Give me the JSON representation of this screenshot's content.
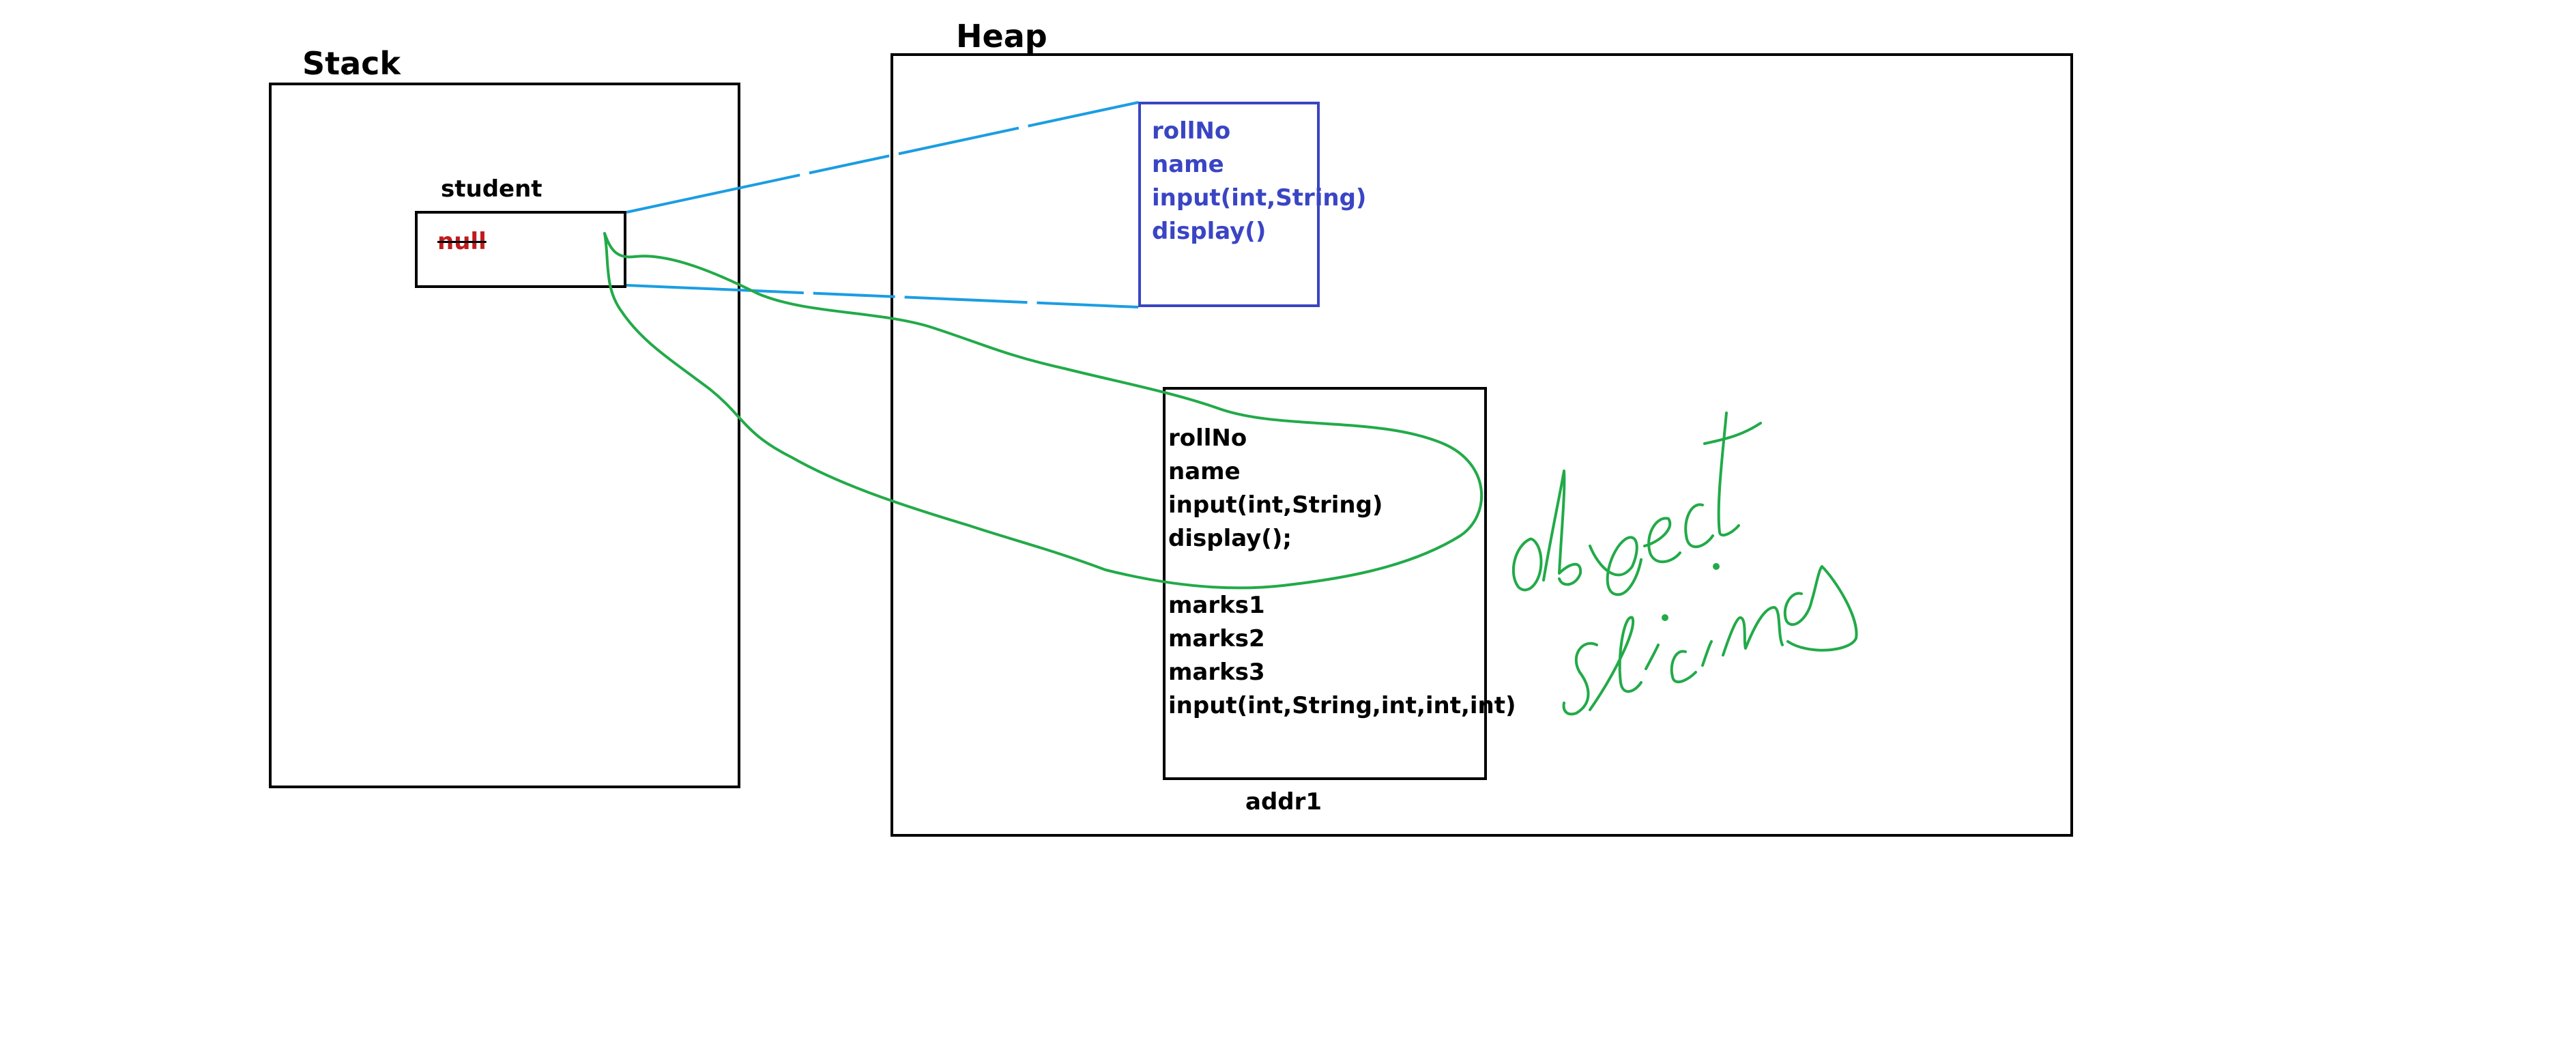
{
  "stack": {
    "title": "Stack",
    "variable_label": "student",
    "variable_value": "null"
  },
  "heap": {
    "title": "Heap",
    "parent_object": {
      "members": [
        "rollNo",
        "name",
        "input(int,String)",
        "display()"
      ]
    },
    "child_object": {
      "members": [
        "rollNo",
        "name",
        "input(int,String)",
        "display();",
        "",
        "marks1",
        "marks2",
        "marks3",
        "input(int,String,int,int,int)"
      ],
      "address_label": "addr1"
    }
  },
  "annotation": {
    "handwritten_text": "object slicing"
  },
  "colors": {
    "blue_text": "#3a45c4",
    "blue_box": "#3a45c4",
    "projection_line": "#1b9de2",
    "green_ink": "#22aa48",
    "red_text": "#c21b1b"
  }
}
